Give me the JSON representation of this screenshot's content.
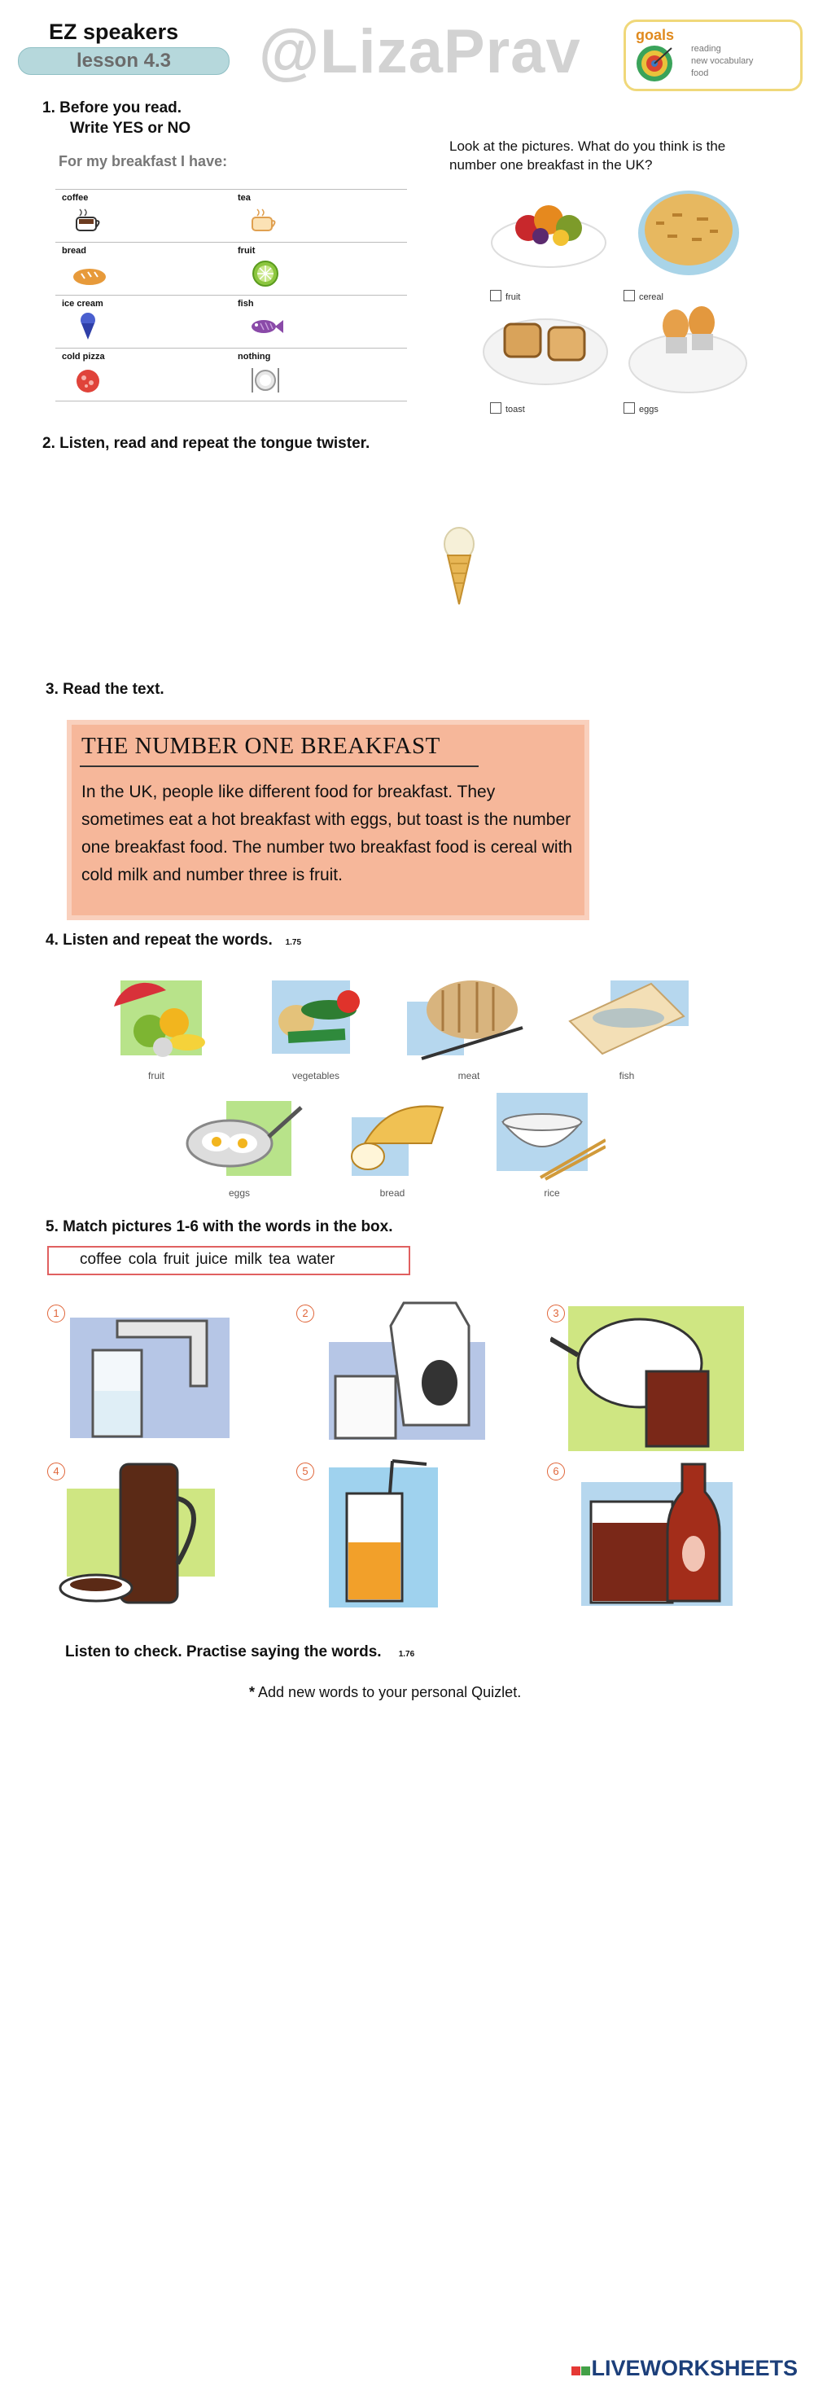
{
  "header": {
    "title": "EZ speakers",
    "lesson": "lesson 4.3",
    "watermark": "@LizaPrav",
    "goals": {
      "title": "goals",
      "items": [
        "reading",
        "new vocabulary",
        "food"
      ]
    }
  },
  "section1": {
    "heading_line1": "1.   Before you read.",
    "heading_line2": "Write YES or NO",
    "subheading": "For my breakfast I have:",
    "items": [
      {
        "left": "coffee",
        "right": "tea"
      },
      {
        "left": "bread",
        "right": "fruit"
      },
      {
        "left": "ice cream",
        "right": "fish"
      },
      {
        "left": "cold pizza",
        "right": "nothing"
      }
    ],
    "question": "Look at the pictures. What do you think is  the number one breakfast in the UK?",
    "options": [
      "fruit",
      "cereal",
      "toast",
      "eggs"
    ]
  },
  "section2": {
    "heading": "2. Listen, read and repeat the tongue twister."
  },
  "section3": {
    "heading": "3. Read the text.",
    "panel_title": "THE NUMBER ONE BREAKFAST",
    "panel_text": "In the UK, people like different food for breakfast. They sometimes eat a hot breakfast with eggs, but toast is the number one breakfast food. The number two breakfast food is cereal with cold milk and number three is fruit."
  },
  "section4": {
    "heading": "4. Listen and repeat the words.",
    "track": "1.75",
    "words": [
      "fruit",
      "vegetables",
      "meat",
      "fish",
      "eggs",
      "bread",
      "rice"
    ]
  },
  "section5": {
    "heading": "5. Match pictures 1-6 with the words in the box.",
    "word_box": "coffee   cola  fruit juice  milk  tea   water",
    "numbers": [
      "1",
      "2",
      "3",
      "4",
      "5",
      "6"
    ],
    "listen_text": "Listen to check. Practise saying the words.",
    "track": "1.76",
    "asterisk": "*",
    "quizlet_note": "Add new words to your personal Quizlet."
  },
  "footer": {
    "logo": "LIVEWORKSHEETS"
  },
  "colors": {
    "accent_orange": "#e08a1e",
    "lesson_pill": "#b6d8dc",
    "panel": "#f6b79a",
    "box_border": "#e06060",
    "logo_blue": "#1c3f7a"
  }
}
